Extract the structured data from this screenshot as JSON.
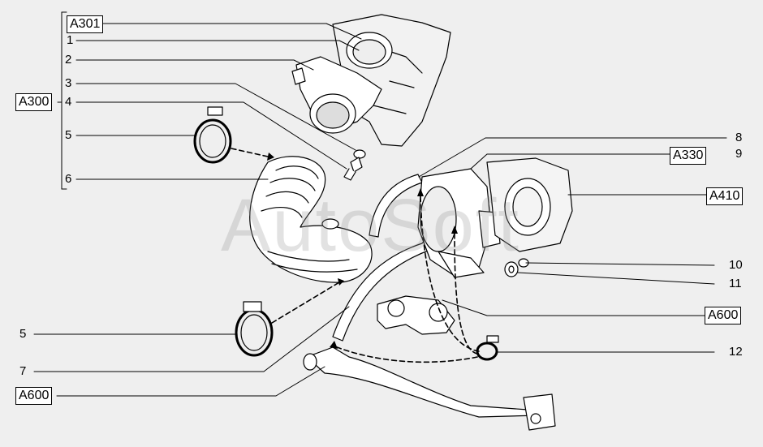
{
  "watermark": "AutoSoft",
  "boxes": {
    "a301": "A301",
    "a300": "A300",
    "a330": "A330",
    "a410": "A410",
    "a600_right": "A600",
    "a600_left": "A600"
  },
  "numbers": {
    "n1": "1",
    "n2": "2",
    "n3": "3",
    "n4": "4",
    "n5_top": "5",
    "n6": "6",
    "n5_bottom": "5",
    "n7": "7",
    "n8": "8",
    "n9": "9",
    "n10": "10",
    "n11": "11",
    "n12": "12"
  }
}
